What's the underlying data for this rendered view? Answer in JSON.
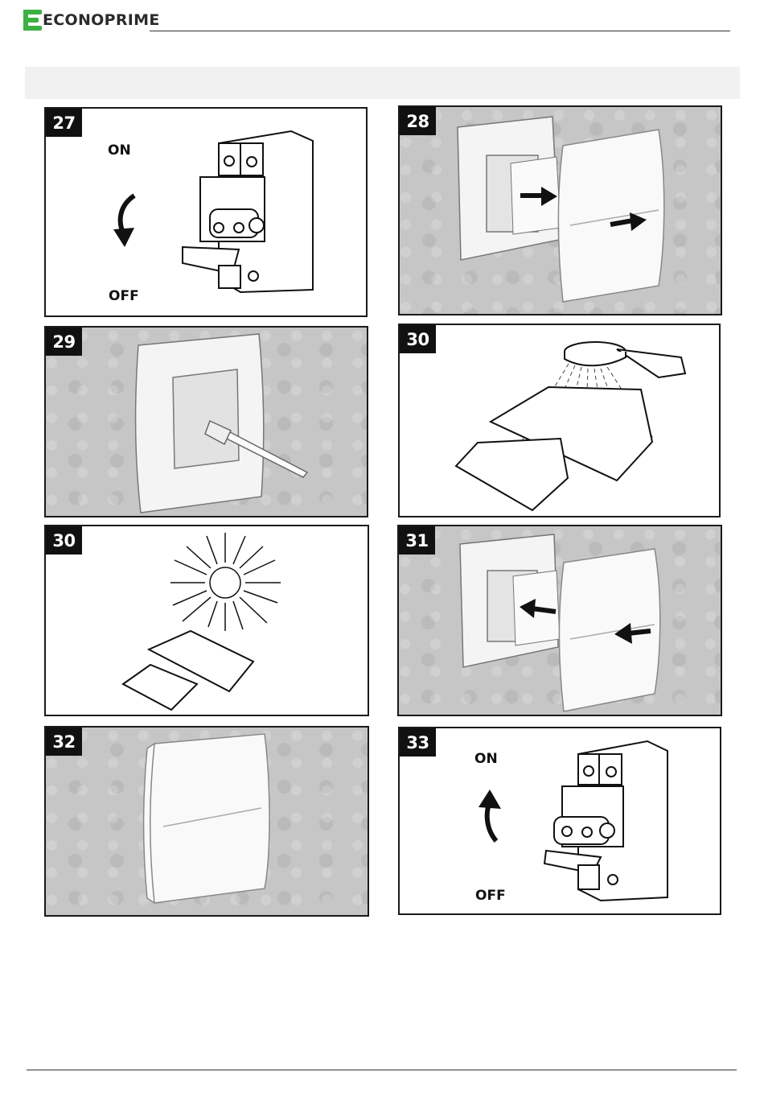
{
  "header": {
    "brand": "ECONOPRIME",
    "brand_color": "#3cb043"
  },
  "panels": [
    {
      "number": "27",
      "labels": {
        "on": "ON",
        "off": "OFF"
      }
    },
    {
      "number": "28"
    },
    {
      "number": "29"
    },
    {
      "number": "30"
    },
    {
      "number": "30"
    },
    {
      "number": "31"
    },
    {
      "number": "32"
    },
    {
      "number": "33",
      "labels": {
        "on": "ON",
        "off": "OFF"
      }
    }
  ]
}
